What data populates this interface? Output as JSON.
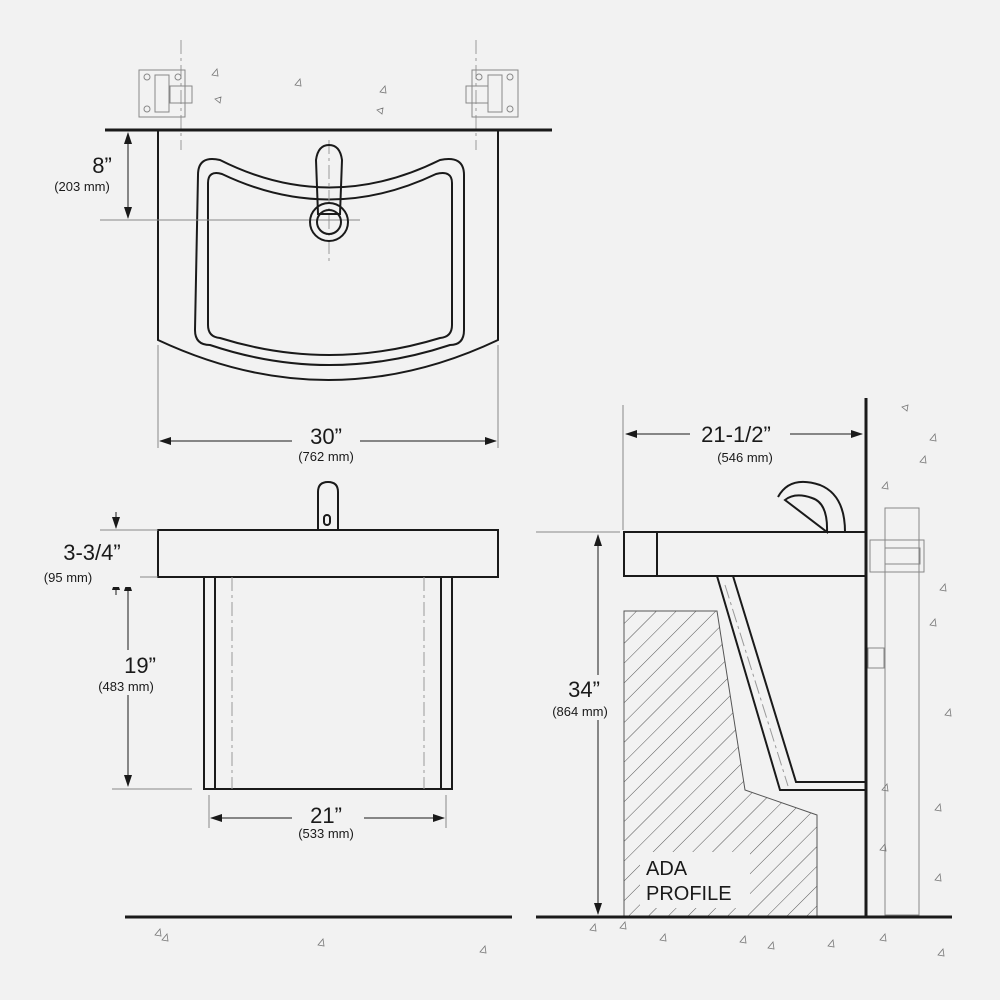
{
  "top_view": {
    "depth_to_faucet": {
      "imperial": "8”",
      "metric": "(203 mm)"
    },
    "width": {
      "imperial": "30”",
      "metric": "(762 mm)"
    }
  },
  "front_view": {
    "deck_thickness": {
      "imperial": "3-3/4”",
      "metric": "(95 mm)"
    },
    "knee_clearance": {
      "imperial": "19”",
      "metric": "(483 mm)"
    },
    "leg_spacing": {
      "imperial": "21”",
      "metric": "(533 mm)"
    }
  },
  "side_view": {
    "projection": {
      "imperial": "21-1/2”",
      "metric": "(546 mm)"
    },
    "rim_height": {
      "imperial": "34”",
      "metric": "(864 mm)"
    },
    "ada_label_line1": "ADA",
    "ada_label_line2": "PROFILE"
  },
  "colors": {
    "background": "#f2f2f2",
    "line": "#1a1a1a"
  }
}
